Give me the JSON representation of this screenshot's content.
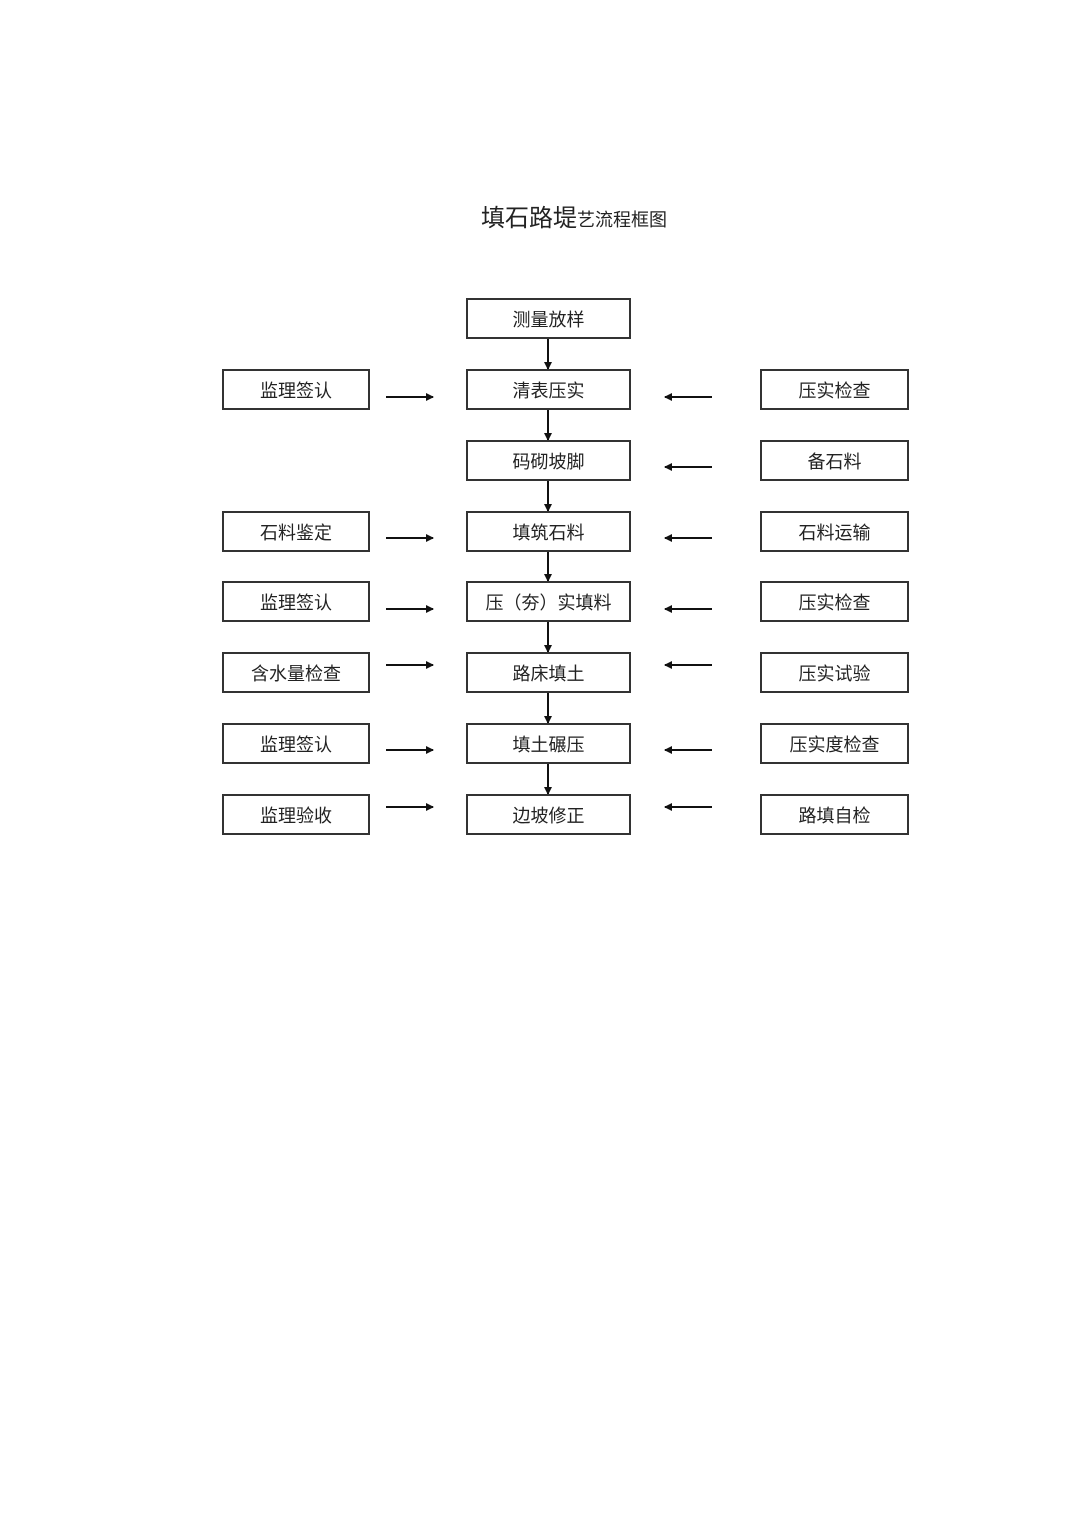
{
  "title": {
    "main": "填石路堤",
    "sub": "艺流程框图"
  },
  "center": [
    "测量放样",
    "清表压实",
    "码砌坡脚",
    "填筑石料",
    "压（夯）实填料",
    "路床填土",
    "填土碾压",
    "边坡修正"
  ],
  "left": [
    "",
    "监理签认",
    "",
    "石料鉴定",
    "监理签认",
    "含水量检查",
    "监理签认",
    "监理验收"
  ],
  "right": [
    "",
    "压实检查",
    "备石料",
    "石料运输",
    "压实检查",
    "压实试验",
    "压实度检查",
    "路填自检"
  ]
}
